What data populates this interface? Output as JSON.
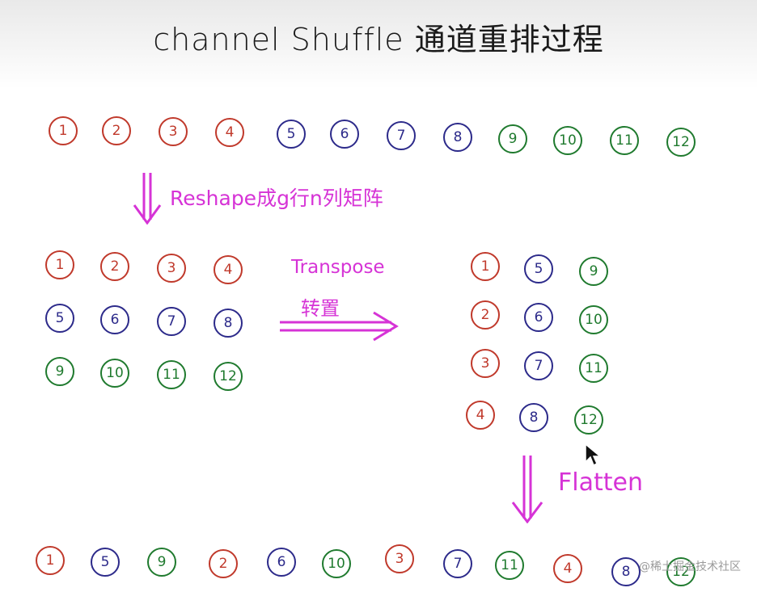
{
  "title": "channel Shuffle 通道重排过程",
  "colors": {
    "red": "#c0392b",
    "blue": "#2c2a8a",
    "green": "#1f7a2e",
    "label": "#d633d6"
  },
  "rows": {
    "original": [
      {
        "v": "1",
        "c": "red"
      },
      {
        "v": "2",
        "c": "red"
      },
      {
        "v": "3",
        "c": "red"
      },
      {
        "v": "4",
        "c": "red"
      },
      {
        "v": "5",
        "c": "blue"
      },
      {
        "v": "6",
        "c": "blue"
      },
      {
        "v": "7",
        "c": "blue"
      },
      {
        "v": "8",
        "c": "blue"
      },
      {
        "v": "9",
        "c": "green"
      },
      {
        "v": "10",
        "c": "green"
      },
      {
        "v": "11",
        "c": "green"
      },
      {
        "v": "12",
        "c": "green"
      }
    ],
    "reshaped": [
      [
        {
          "v": "1",
          "c": "red"
        },
        {
          "v": "2",
          "c": "red"
        },
        {
          "v": "3",
          "c": "red"
        },
        {
          "v": "4",
          "c": "red"
        }
      ],
      [
        {
          "v": "5",
          "c": "blue"
        },
        {
          "v": "6",
          "c": "blue"
        },
        {
          "v": "7",
          "c": "blue"
        },
        {
          "v": "8",
          "c": "blue"
        }
      ],
      [
        {
          "v": "9",
          "c": "green"
        },
        {
          "v": "10",
          "c": "green"
        },
        {
          "v": "11",
          "c": "green"
        },
        {
          "v": "12",
          "c": "green"
        }
      ]
    ],
    "transposed": [
      [
        {
          "v": "1",
          "c": "red"
        },
        {
          "v": "5",
          "c": "blue"
        },
        {
          "v": "9",
          "c": "green"
        }
      ],
      [
        {
          "v": "2",
          "c": "red"
        },
        {
          "v": "6",
          "c": "blue"
        },
        {
          "v": "10",
          "c": "green"
        }
      ],
      [
        {
          "v": "3",
          "c": "red"
        },
        {
          "v": "7",
          "c": "blue"
        },
        {
          "v": "11",
          "c": "green"
        }
      ],
      [
        {
          "v": "4",
          "c": "red"
        },
        {
          "v": "8",
          "c": "blue"
        },
        {
          "v": "12",
          "c": "green"
        }
      ]
    ],
    "flattened": [
      {
        "v": "1",
        "c": "red"
      },
      {
        "v": "5",
        "c": "blue"
      },
      {
        "v": "9",
        "c": "green"
      },
      {
        "v": "2",
        "c": "red"
      },
      {
        "v": "6",
        "c": "blue"
      },
      {
        "v": "10",
        "c": "green"
      },
      {
        "v": "3",
        "c": "red"
      },
      {
        "v": "7",
        "c": "blue"
      },
      {
        "v": "11",
        "c": "green"
      },
      {
        "v": "4",
        "c": "red"
      },
      {
        "v": "8",
        "c": "blue"
      },
      {
        "v": "12",
        "c": "green"
      }
    ]
  },
  "labels": {
    "reshape": "Reshape成g行n列矩阵",
    "transpose": "Transpose",
    "transpose_cn": "转置",
    "flatten": "Flatten"
  },
  "watermark": "@稀土掘金技术社区",
  "icons": {
    "cursor": "mouse-pointer-icon"
  }
}
